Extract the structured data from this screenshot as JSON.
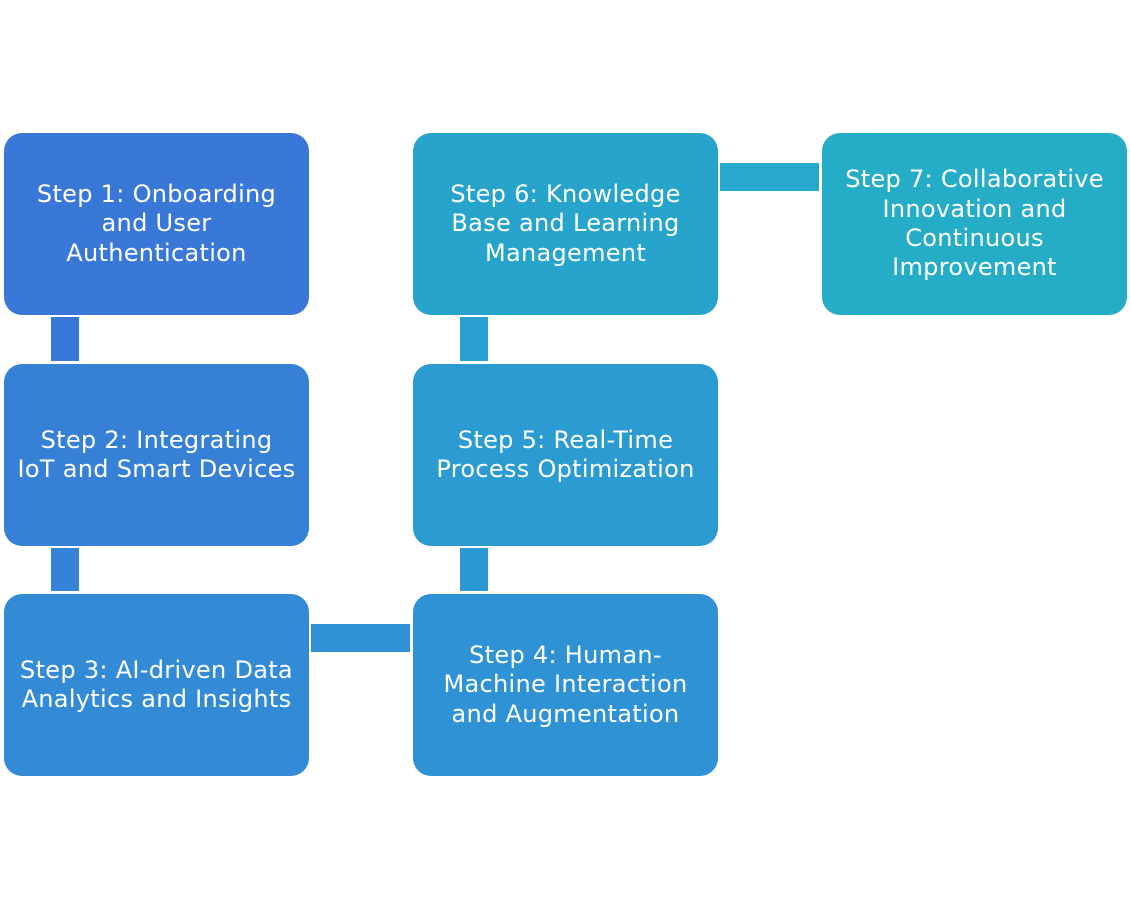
{
  "steps": [
    {
      "label": "Step 1: Onboarding\nand User\nAuthentication"
    },
    {
      "label": "Step 2: Integrating\nIoT and Smart Devices"
    },
    {
      "label": "Step 3: AI-driven Data\nAnalytics and Insights"
    },
    {
      "label": "Step 4: Human-\nMachine Interaction\nand Augmentation"
    },
    {
      "label": "Step 5: Real-Time\nProcess Optimization"
    },
    {
      "label": "Step 6: Knowledge\nBase and Learning\nManagement"
    },
    {
      "label": "Step 7: Collaborative\nInnovation and\nContinuous\nImprovement"
    }
  ],
  "colors": {
    "step1": "#3a78d8",
    "step2": "#3680d6",
    "step3": "#338bd6",
    "step4": "#2e92d4",
    "step5": "#2b9bd2",
    "step6": "#27a4cc",
    "step7": "#25adc7",
    "text": "#ffffff",
    "background": "#ffffff"
  }
}
